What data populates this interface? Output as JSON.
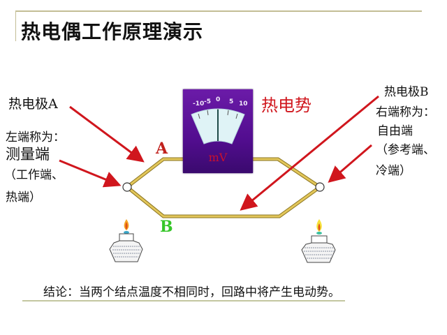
{
  "title": "热电偶工作原理演示",
  "labels": {
    "electrode_a": "热电极A",
    "electrode_b": "热电极B",
    "left_intro": "左端称为：",
    "left_name": "测量端",
    "left_alias_1": "（工作端、",
    "left_alias_2": "热端）",
    "right_intro": "右端称为：",
    "right_name": "自由端",
    "right_alias_1": "（参考端、",
    "right_alias_2": "冷端）",
    "emf": "热电势",
    "wire_a": "A",
    "wire_b": "B"
  },
  "meter": {
    "unit": "mV",
    "scale": [
      "-10",
      "-5",
      "0",
      "5",
      "10"
    ]
  },
  "conclusion": "结论：当两个结点温度不相同时，回路中将产生电动势。",
  "colors": {
    "wire": "#d8b84a",
    "arrow": "#d0161d",
    "meter_bg": "#5a119a",
    "label_a": "#c0201c",
    "label_b": "#35c628",
    "rule": "#c3bd95"
  }
}
